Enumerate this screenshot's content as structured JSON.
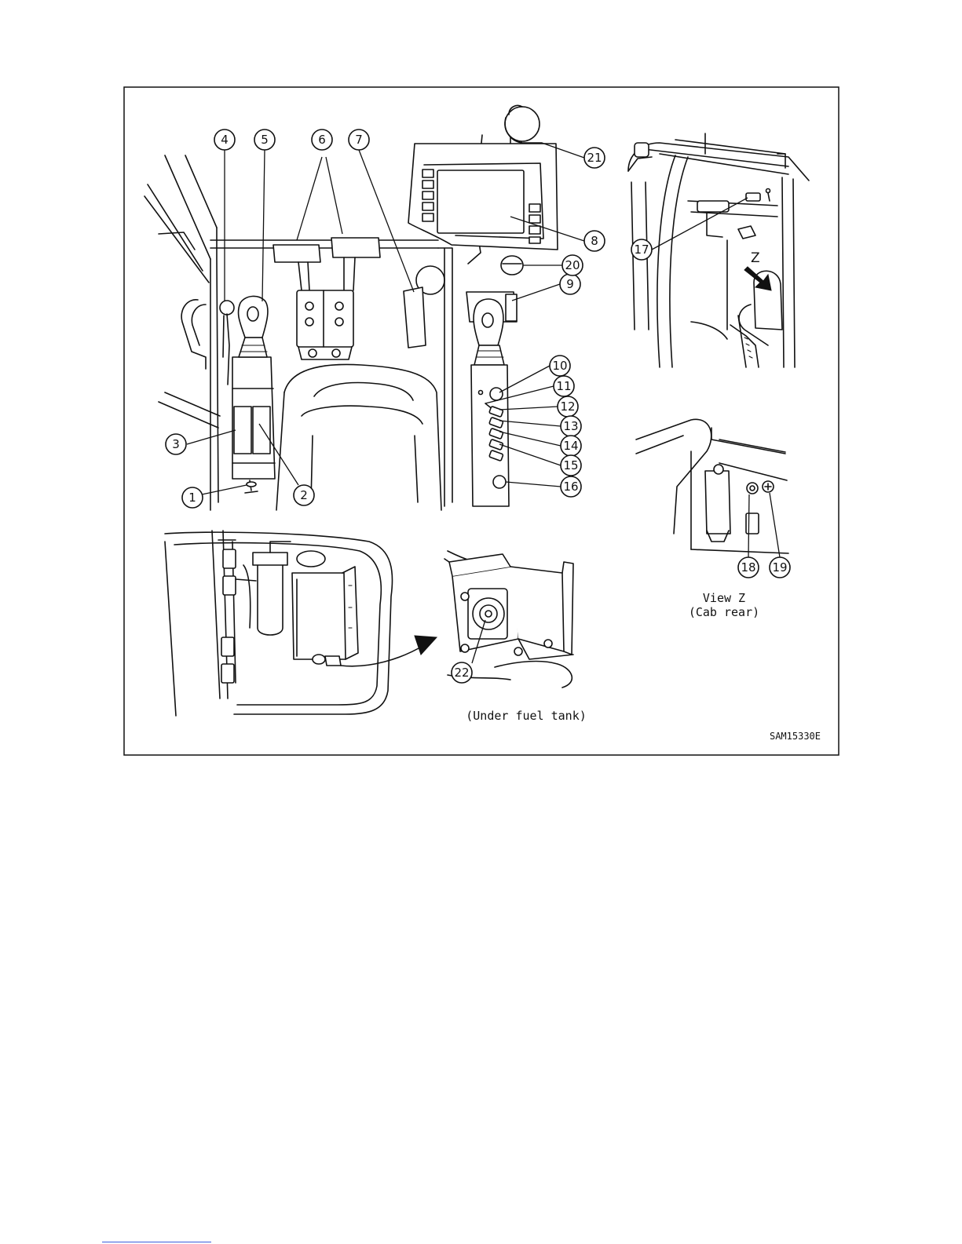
{
  "figure": {
    "code": "SAM15330E",
    "view_z_caption": "View Z",
    "view_z_subcaption": "(Cab rear)",
    "under_tank_caption": "(Under fuel tank)",
    "arrow_letter": "Z",
    "callouts": [
      {
        "num": "1"
      },
      {
        "num": "2"
      },
      {
        "num": "3"
      },
      {
        "num": "4"
      },
      {
        "num": "5"
      },
      {
        "num": "6"
      },
      {
        "num": "7"
      },
      {
        "num": "8"
      },
      {
        "num": "9"
      },
      {
        "num": "10"
      },
      {
        "num": "11"
      },
      {
        "num": "12"
      },
      {
        "num": "13"
      },
      {
        "num": "14"
      },
      {
        "num": "15"
      },
      {
        "num": "16"
      },
      {
        "num": "17"
      },
      {
        "num": "18"
      },
      {
        "num": "19"
      },
      {
        "num": "20"
      },
      {
        "num": "21"
      },
      {
        "num": "22"
      }
    ]
  }
}
